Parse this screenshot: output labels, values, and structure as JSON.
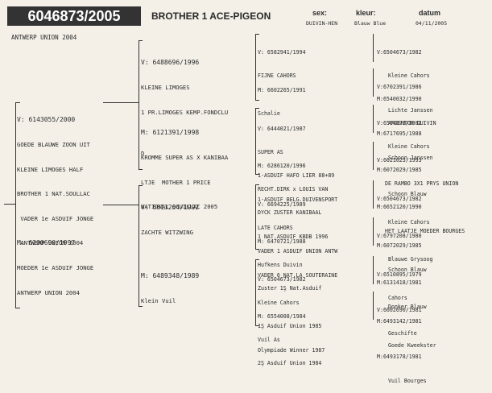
{
  "header": {
    "ring": "6046873/2005",
    "name": "BROTHER 1 ACE-PIGEON",
    "club": "ANTWERP UNION 2004",
    "sex_label": "sex:",
    "sex_value": "DUIVIN-HEN",
    "color_label": "kleur:",
    "color_value": "Blauw Blue",
    "date_label": "datum",
    "date_value": "04/11/2005"
  },
  "gen1": {
    "sire": {
      "ring": "V: 6143055/2000",
      "lines": [
        "GOEDE BLAUWE ZOON UIT",
        "KLEINE LIMOGES HALF",
        "BROTHER 1 NAT.SOULLAC",
        " VADER 1e ASDUIF JONGE",
        " ANTWERP UNION 2004"
      ]
    },
    "dam": {
      "ring": "M: 6200690/1997",
      "lines": [
        "MOEDER 1e ASDUIF JONGE",
        "ANTWERP UNION 2004"
      ]
    }
  },
  "gen2": {
    "ss": {
      "ring": "V: 6488696/1996",
      "lines": [
        "KLEINE LIMOGES",
        "1 PR.LIMOGES KEMP.FONDCLU",
        "",
        "D"
      ]
    },
    "sd": {
      "ring": "M: 6121391/1998",
      "lines": [
        "KROMME SUPER AS X KANIBAA",
        "LTJE  MOTHER 1 PRICE",
        "NATIONAL SOUILLAC 2005"
      ]
    },
    "ds": {
      "ring": "V: 6613204/1992",
      "lines": [
        "ZACHTE WITZWING"
      ]
    },
    "dd": {
      "ring": "M: 6489348/1989",
      "lines": [
        "Klein Vuil"
      ]
    }
  },
  "gen3": [
    {
      "ring": "V: 6582941/1994",
      "lines": [
        "FIJNE CAHORS"
      ]
    },
    {
      "ring": "M: 6602265/1991",
      "lines": [
        "Schalie"
      ]
    },
    {
      "ring": "V: 6444021/1987",
      "lines": [
        "SUPER AS",
        "1-ASDUIF HAFO LIER 88+89",
        "1-ASDUIF BELG.DUIVENSPORT"
      ]
    },
    {
      "ring": "M: 6286120/1996",
      "lines": [
        "RECHT.DIRK x LOUIS VAN",
        "DYCK ZUSTER KANIBAAL",
        "1 NAT.ASDUIF KBDB 1996"
      ]
    },
    {
      "ring": "V: 6694225/1989",
      "lines": [
        "LATE CAHORS",
        "VADER 1 ASDUIF UNION ANTW",
        "VADER 6 NAT.LA SOUTERAINE"
      ]
    },
    {
      "ring": "M: 6470721/1988",
      "lines": [
        "Hufkens Duivin",
        "Zuster 1Ş Nat.Asduif"
      ]
    },
    {
      "ring": "V: 6504673/1982",
      "lines": [
        "Kleine Cahors",
        "1Ş Asduif Union 1985",
        "Olympiade Winner 1987"
      ]
    },
    {
      "ring": "M: 6554008/1984",
      "lines": [
        "Vuil As",
        "2Ş Asduif Union 1984"
      ]
    }
  ],
  "gen4": [
    {
      "v": "V:6504673/1982",
      "vn": "Kleine Cahors",
      "m": "M:6540032/1990",
      "mn": "ARGENTON DUIVIN"
    },
    {
      "v": "V:6702391/1986",
      "vn": "Lichte Janssen",
      "m": "M:6717695/1988",
      "mn": "Schoon Janssen"
    },
    {
      "v": "V:6504673/1982",
      "vn": "Kleine Cahors",
      "m": "M:6072029/1985",
      "mn": "Schoon Blauw"
    },
    {
      "v": "V:6621023/1993",
      "vn": "DE RAMBO 3X1 PRYS UNION",
      "m": "M:6652120/1990",
      "mn": "HET LAATJE MOEDER BOURGES"
    },
    {
      "v": "V:6504673/1982",
      "vn": "Kleine Cahors",
      "m": "M:6072029/1985",
      "mn": "Schoon Blauw"
    },
    {
      "v": "V:6797208/1980",
      "vn": "Blauwe Grysoog",
      "m": "M:6131418/1981",
      "mn": "Donker Blauw"
    },
    {
      "v": "V:6510895/1979",
      "vn": "Cahors",
      "m": "M:6493142/1981",
      "mn": "Goede Kweekster"
    },
    {
      "v": "V:6602690/1981",
      "vn": "Geschifte",
      "m": "M:6493178/1981",
      "mn": "Vuil Bourges"
    }
  ]
}
